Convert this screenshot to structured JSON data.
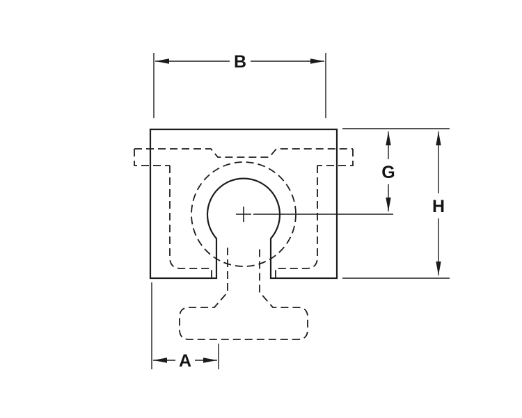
{
  "diagram": {
    "background": "#ffffff",
    "line_color": "#1c1c1c",
    "style": "engineering-drawing",
    "dimensions": {
      "width_label": "B",
      "bore_center_height_label": "G",
      "overall_height_label": "H",
      "base_offset_label": "A"
    }
  }
}
